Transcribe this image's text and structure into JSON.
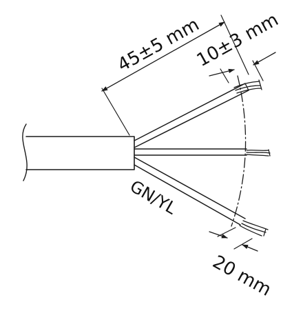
{
  "diagram": {
    "labels": {
      "overall_strip": "45±5 mm",
      "conductor_strip": "10±3 mm",
      "wire_offset": "20 mm",
      "earth_wire": "GN/YL"
    },
    "colors": {
      "stroke": "#1a1a1a",
      "background": "#ffffff"
    }
  }
}
